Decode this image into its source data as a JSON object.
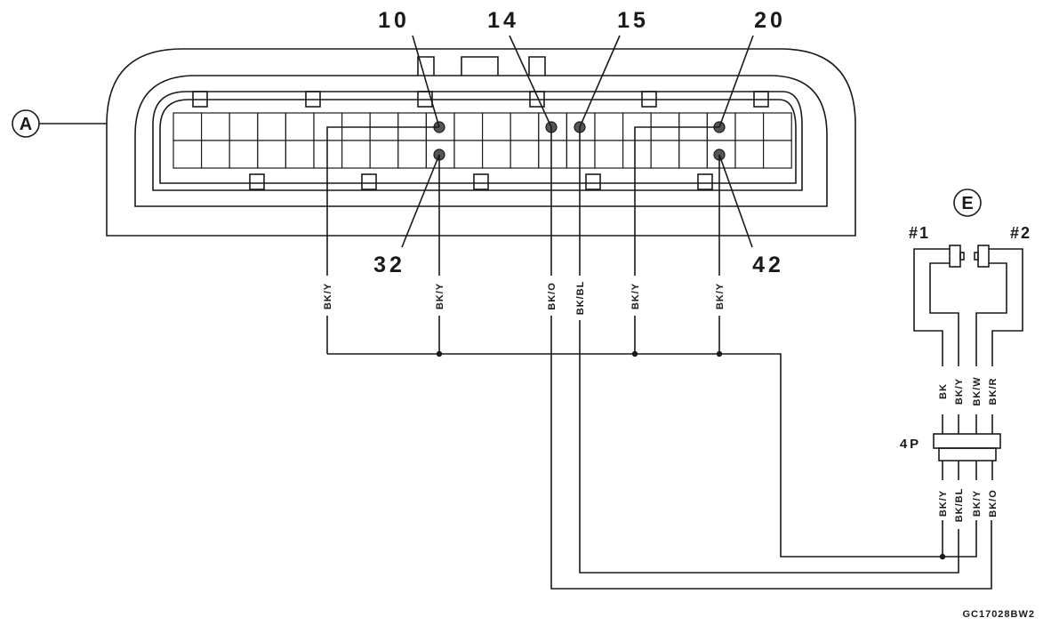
{
  "connector_a": {
    "callout": "A",
    "pins_top": [
      "10",
      "14",
      "15",
      "20"
    ],
    "pins_bottom": [
      "32",
      "42"
    ]
  },
  "connector_e": {
    "callout": "E",
    "terminal_1": "#1",
    "terminal_2": "#2",
    "upper_wires": [
      "BK",
      "BK/Y",
      "BK/W",
      "BK/R"
    ]
  },
  "joint_connector": {
    "label": "4P",
    "lower_wires": [
      "BK/Y",
      "BK/BL",
      "BK/Y",
      "BK/O"
    ]
  },
  "harness_wires": [
    {
      "pin": "10",
      "color": "BK/Y"
    },
    {
      "pin": "32",
      "color": "BK/Y"
    },
    {
      "pin": "14",
      "color": "BK/O"
    },
    {
      "pin": "15",
      "color": "BK/BL"
    },
    {
      "pin": "20",
      "color": "BK/Y"
    },
    {
      "pin": "42",
      "color": "BK/Y"
    }
  ],
  "figure_code": "GC17028BW2"
}
